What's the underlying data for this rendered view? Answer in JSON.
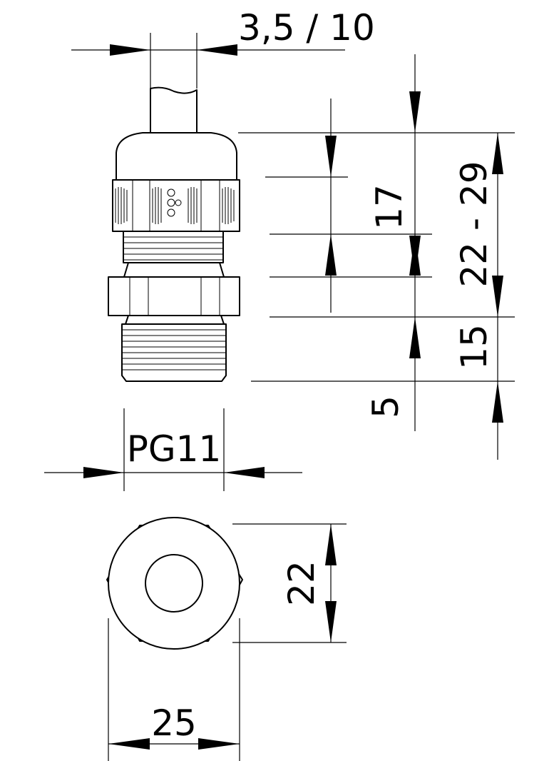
{
  "dimensions": {
    "cable_range": "3,5 / 10",
    "height_17": "17",
    "length_range": "22 - 29",
    "thread_length": "15",
    "offset_5": "5",
    "thread_type": "PG11",
    "wrench_size": "22",
    "width": "25"
  }
}
